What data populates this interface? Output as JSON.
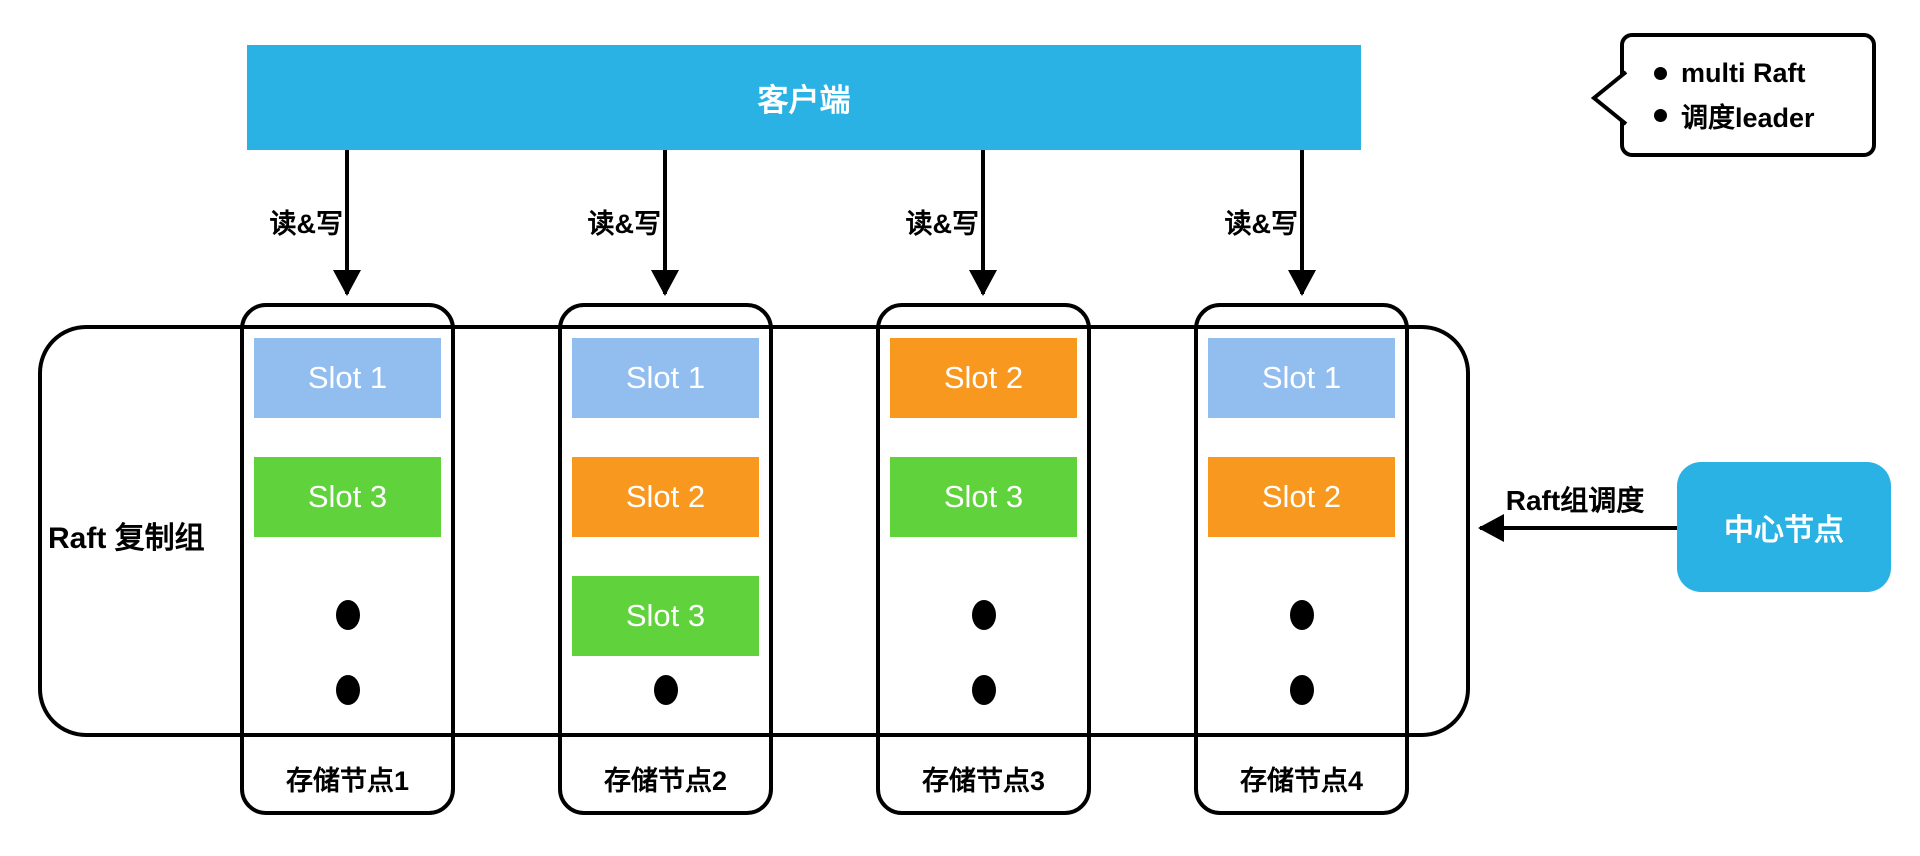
{
  "client": {
    "label": "客户端"
  },
  "read_write_label": "读&写",
  "raft_group": {
    "label": "Raft 复制组"
  },
  "storage_nodes": [
    {
      "name": "存储节点1",
      "slots": [
        {
          "label": "Slot 1",
          "color": "blue"
        },
        {
          "label": "Slot 3",
          "color": "green"
        }
      ],
      "ellipsis_dots": 2
    },
    {
      "name": "存储节点2",
      "slots": [
        {
          "label": "Slot 1",
          "color": "blue"
        },
        {
          "label": "Slot 2",
          "color": "orange"
        },
        {
          "label": "Slot 3",
          "color": "green"
        }
      ],
      "ellipsis_dots": 1
    },
    {
      "name": "存储节点3",
      "slots": [
        {
          "label": "Slot 2",
          "color": "orange"
        },
        {
          "label": "Slot 3",
          "color": "green"
        }
      ],
      "ellipsis_dots": 2
    },
    {
      "name": "存储节点4",
      "slots": [
        {
          "label": "Slot 1",
          "color": "blue"
        },
        {
          "label": "Slot 2",
          "color": "orange"
        }
      ],
      "ellipsis_dots": 2
    }
  ],
  "callout": {
    "items": [
      "multi Raft",
      "调度leader"
    ]
  },
  "center_node": {
    "label": "中心节点"
  },
  "schedule_arrow_label": "Raft组调度",
  "colors": {
    "cyan": "#2AB2E4",
    "slot-blue": "#92BEEF",
    "slot-orange": "#F8981F",
    "slot-green": "#5FD23C",
    "line": "#000000"
  }
}
